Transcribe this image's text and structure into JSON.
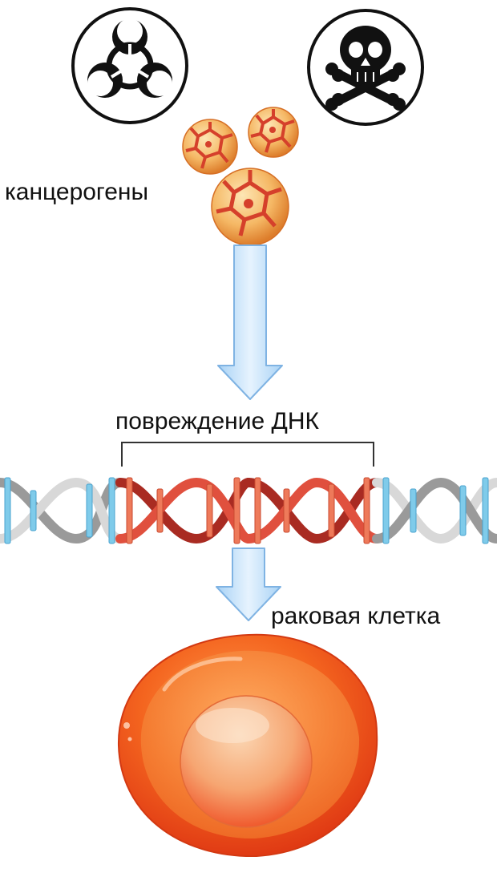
{
  "labels": {
    "carcinogens": "канцерогены",
    "dna_damage": "повреждение ДНК",
    "cancer_cell": "раковая клетка"
  },
  "icons": {
    "left": "biohazard-icon",
    "right": "skull-crossbones-icon"
  },
  "colors": {
    "arrow_fill": "#cfe6fb",
    "arrow_stroke": "#7fb3e3",
    "dna_normal_strand_a": "#9a9a9a",
    "dna_normal_strand_b": "#d8d8d8",
    "dna_normal_bar": "#7fcbea",
    "dna_damaged_strand_a": "#a92b22",
    "dna_damaged_strand_b": "#e0503e",
    "dna_damaged_bar": "#ee7a5a",
    "virus": "#f0a24a",
    "cell_outer": "#f0541f",
    "cell_nucleus": "#f7b27f"
  }
}
